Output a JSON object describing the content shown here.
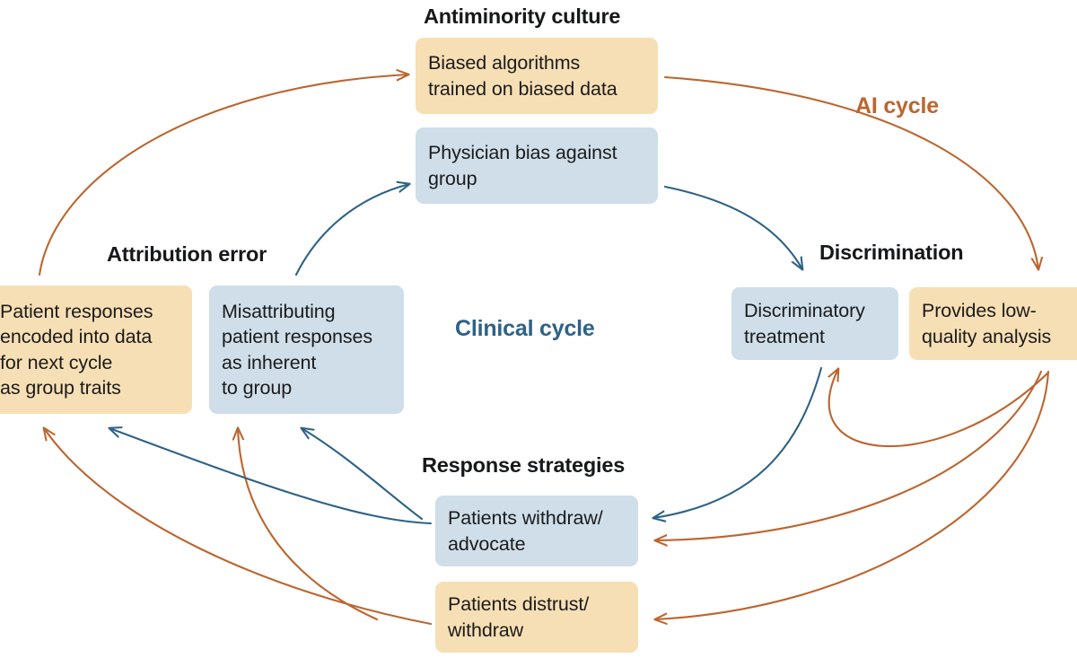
{
  "diagram": {
    "title_visible": false,
    "colors": {
      "orange_fill": "#F7DFB5",
      "blue_fill": "#CFDEE9",
      "orange_stroke": "#BC652E",
      "blue_stroke": "#2E6286",
      "heading_text": "#16181a",
      "background": "#FFFFFF"
    },
    "cycle_labels": {
      "ai": "AI cycle",
      "clinical": "Clinical cycle"
    },
    "sections": [
      {
        "id": "antiminority-culture",
        "heading": "Antiminority culture",
        "boxes": [
          {
            "id": "biased-algorithms",
            "text": "Biased algorithms\ntrained on biased data",
            "color": "orange"
          },
          {
            "id": "physician-bias",
            "text": "Physician bias against\ngroup",
            "color": "blue"
          }
        ]
      },
      {
        "id": "discrimination",
        "heading": "Discrimination",
        "boxes": [
          {
            "id": "discriminatory-treatment",
            "text": "Discriminatory\ntreatment",
            "color": "blue"
          },
          {
            "id": "provides-low-quality-analysis",
            "text": "Provides low-\nquality analysis",
            "color": "orange"
          }
        ]
      },
      {
        "id": "response-strategies",
        "heading": "Response strategies",
        "boxes": [
          {
            "id": "patients-withdraw-advocate",
            "text": "Patients withdraw/\nadvocate",
            "color": "blue"
          },
          {
            "id": "patients-distrust-withdraw",
            "text": "Patients distrust/\nwithdraw",
            "color": "orange"
          }
        ]
      },
      {
        "id": "attribution-error",
        "heading": "Attribution error",
        "boxes": [
          {
            "id": "patient-responses-encoded",
            "text": "Patient responses\nencoded into data\nfor next cycle\nas group traits",
            "color": "orange"
          },
          {
            "id": "misattributing-responses",
            "text": "Misattributing\npatient responses\nas inherent\nto group",
            "color": "blue"
          }
        ]
      }
    ],
    "flows": {
      "ai_cycle_order": [
        "Biased algorithms trained on biased data",
        "Provides low-quality analysis",
        "Patients distrust/withdraw",
        "Patient responses encoded into data for next cycle as group traits"
      ],
      "clinical_cycle_order": [
        "Physician bias against group",
        "Discriminatory treatment",
        "Patients withdraw/advocate",
        "Misattributing patient responses as inherent to group"
      ]
    }
  }
}
